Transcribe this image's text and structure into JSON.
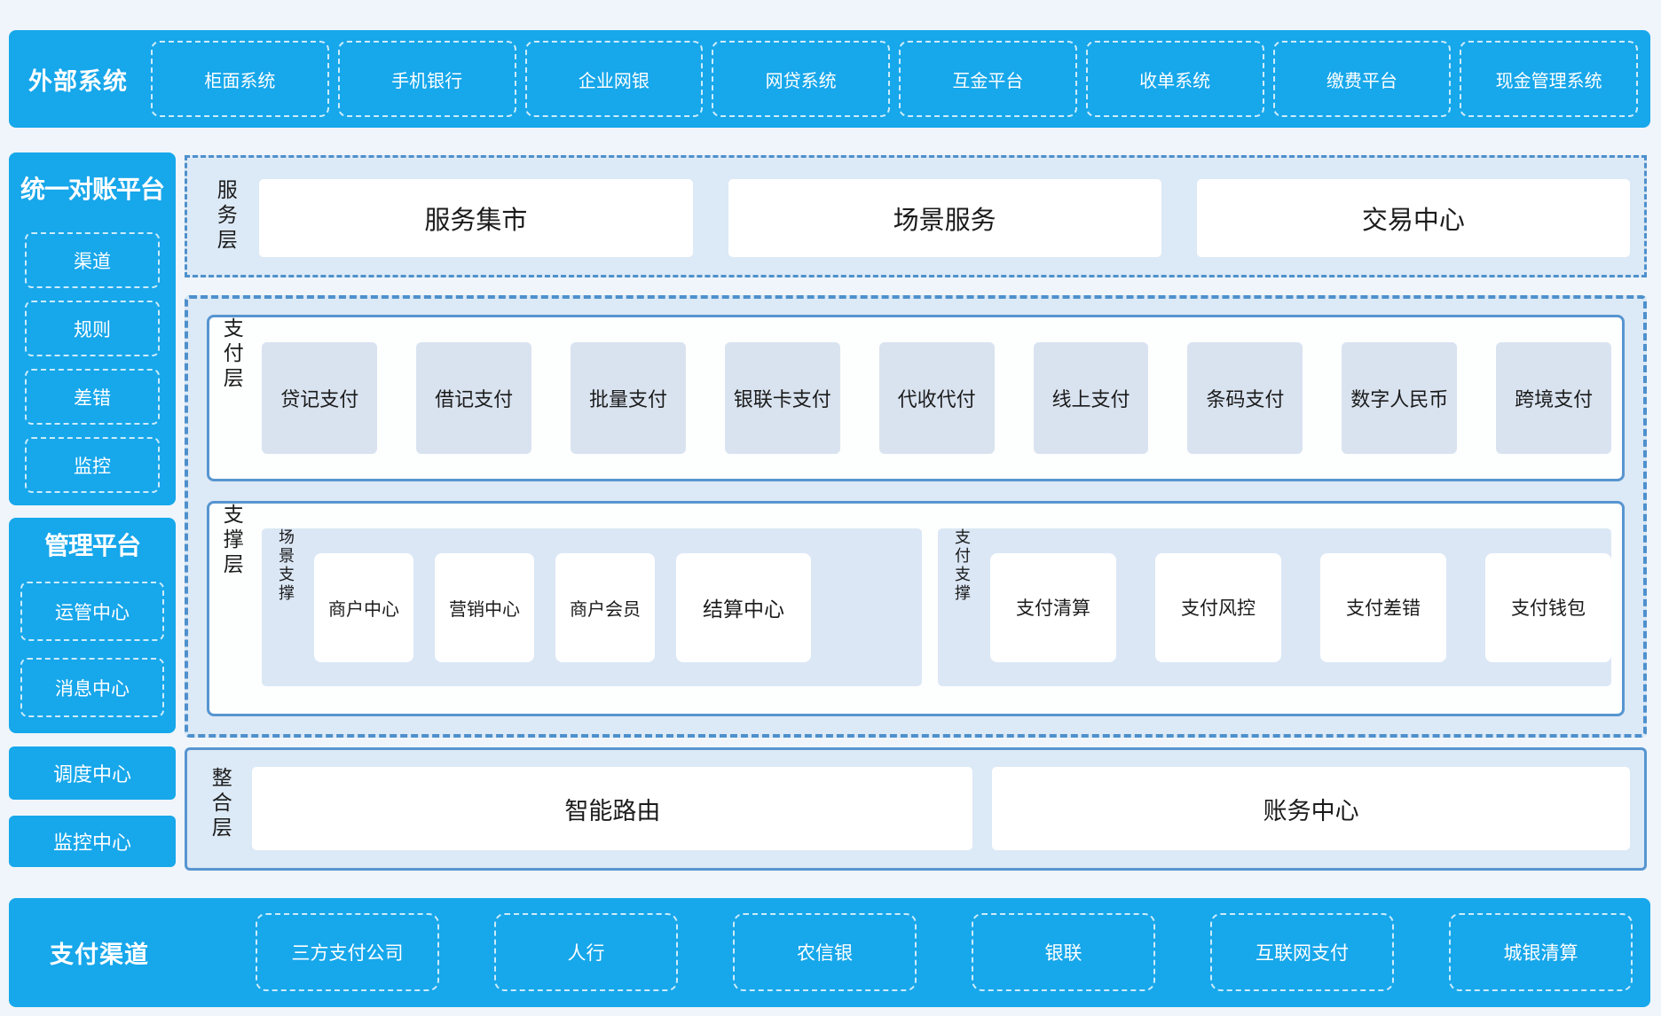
{
  "external_systems": {
    "label": "外部系统",
    "items": [
      "柜面系统",
      "手机银行",
      "企业网银",
      "网贷系统",
      "互金平台",
      "收单系统",
      "缴费平台",
      "现金管理系统"
    ]
  },
  "sidebar": {
    "reconciliation": {
      "title": "统一对账平台",
      "items": [
        "渠道",
        "规则",
        "差错",
        "监控"
      ]
    },
    "management": {
      "title": "管理平台",
      "items": [
        "运管中心",
        "消息中心"
      ]
    },
    "scheduling_center": "调度中心",
    "monitoring_center": "监控中心"
  },
  "service_layer": {
    "label": "服务层",
    "items": [
      "服务集市",
      "场景服务",
      "交易中心"
    ]
  },
  "payment_layer": {
    "label": "支付层",
    "items": [
      "贷记支付",
      "借记支付",
      "批量支付",
      "银联卡支付",
      "代收代付",
      "线上支付",
      "条码支付",
      "数字人民币",
      "跨境支付"
    ]
  },
  "support_layer": {
    "label": "支撑层",
    "scene_group": {
      "label": "场景支撑",
      "items": [
        "商户中心",
        "营销中心",
        "商户会员",
        "结算中心"
      ]
    },
    "pay_group": {
      "label": "支付支撑",
      "items": [
        "支付清算",
        "支付风控",
        "支付差错",
        "支付钱包"
      ]
    }
  },
  "integration_layer": {
    "label": "整合层",
    "items": [
      "智能路由",
      "账务中心"
    ]
  },
  "payment_channels": {
    "label": "支付渠道",
    "items": [
      "三方支付公司",
      "人行",
      "农信银",
      "银联",
      "互联网支付",
      "城银清算"
    ]
  },
  "colors": {
    "primary_blue": "#17a7eb",
    "panel_light_blue": "#dce9f6",
    "chip_blue": "#d9e3f0",
    "solid_border_blue": "#5795d0",
    "dashed_border_blue": "#4e90cc",
    "page_background": "#eff5fa",
    "text_dark": "#1b1b1b"
  }
}
